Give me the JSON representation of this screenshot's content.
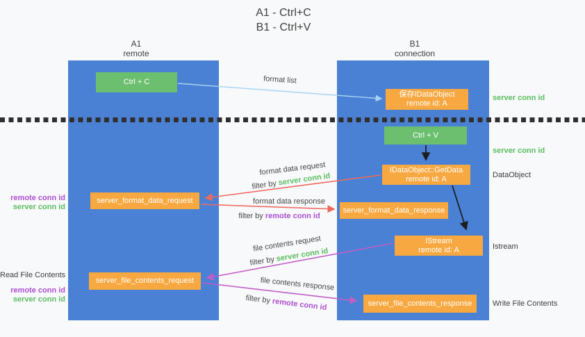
{
  "title": {
    "line1": "A1 - Ctrl+C",
    "line2": "B1 - Ctrl+V"
  },
  "lanes": {
    "left": {
      "id": "A1",
      "role": "remote"
    },
    "right": {
      "id": "B1",
      "role": "connection"
    }
  },
  "nodes": {
    "ctrl_c": {
      "label": "Ctrl + C"
    },
    "ctrl_v": {
      "label": "Ctrl + V"
    },
    "save_dataobject": {
      "line1": "保存IDataObject",
      "line2": "remote id: A"
    },
    "getdata": {
      "line1": "IDataObject::GetData",
      "line2": "remote id: A"
    },
    "istream": {
      "line1": "IStream",
      "line2": "remote id: A"
    },
    "format_request": {
      "label": "server_format_data_request"
    },
    "format_response": {
      "label": "server_format_data_response"
    },
    "file_request": {
      "label": "server_file_contents_request"
    },
    "file_response": {
      "label": "server_file_contents_response"
    }
  },
  "annotations": {
    "right": {
      "server_conn_id_top": "server conn id",
      "server_conn_id_mid": "server conn id",
      "dataobject": "DataObject",
      "istream": "Istream",
      "write_file_contents": "Write File Contents"
    },
    "left": {
      "remote_conn_id_top": "remote conn id",
      "server_conn_id_top": "server conn id",
      "read_file_contents": "Read File Contents",
      "remote_conn_id_bottom": "remote conn id",
      "server_conn_id_bottom": "server conn id"
    }
  },
  "messages": {
    "format_list": "format list",
    "format_data_request": "format data request",
    "format_data_response": "format data response",
    "file_contents_request": "file contents request",
    "file_contents_response": "file contents response",
    "filter_by": "filter by ",
    "server_conn_id": "server conn id",
    "remote_conn_id": "remote conn id"
  },
  "colors": {
    "lane_blue": "#4a81d4",
    "node_green": "#6dbf70",
    "node_orange": "#f7a840",
    "arrow_light_blue": "#a6d3f2",
    "arrow_red": "#ee6a60",
    "arrow_magenta": "#c05ec6",
    "arrow_black": "#1e1e1e",
    "text_green": "#5bbd60",
    "text_purple": "#ab4fd1",
    "text_dark": "#3c3c3c",
    "background": "#f8f9fa"
  }
}
